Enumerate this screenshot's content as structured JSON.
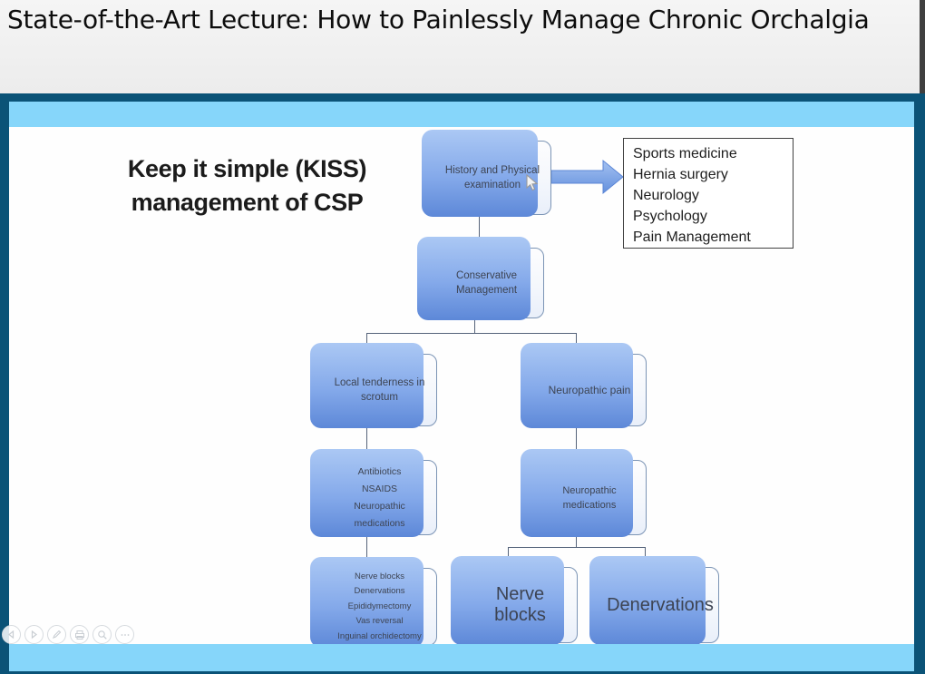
{
  "window": {
    "title": "State-of-the-Art Lecture: How to Painlessly Manage Chronic Orchalgia"
  },
  "slide": {
    "heading": "Keep it simple (KISS)\nmanagement of CSP",
    "nodes": {
      "history": {
        "label": "History and Physical\nexamination"
      },
      "conservative": {
        "label": "Conservative\nManagement"
      },
      "local_tenderness": {
        "label": "Local tenderness in\nscrotum"
      },
      "neuropathic_pain": {
        "label": "Neuropathic pain"
      },
      "antibiotics": {
        "label": "Antibiotics\nNSAIDS\nNeuropathic medications"
      },
      "neuropathic_meds": {
        "label": "Neuropathic medications"
      },
      "surgical_options": {
        "label": "Nerve blocks\nDenervations\nEpididymectomy\nVas reversal\nInguinal orchidectomy"
      },
      "nerve_blocks": {
        "label": "Nerve blocks"
      },
      "denervations": {
        "label": "Denervations"
      }
    },
    "referral_list": "Sports medicine\nHernia surgery\nNeurology\nPsychology\nPain Management"
  },
  "controls": [
    {
      "icon": "previous-arrow"
    },
    {
      "icon": "next-arrow"
    },
    {
      "icon": "pencil"
    },
    {
      "icon": "printer"
    },
    {
      "icon": "magnifier"
    },
    {
      "icon": "ellipsis"
    }
  ],
  "colors": {
    "frame_teal": "#0b5377",
    "band_blue": "#86d6fa",
    "shape_blue": "#84a9ea",
    "header_bg": "#efefef"
  }
}
